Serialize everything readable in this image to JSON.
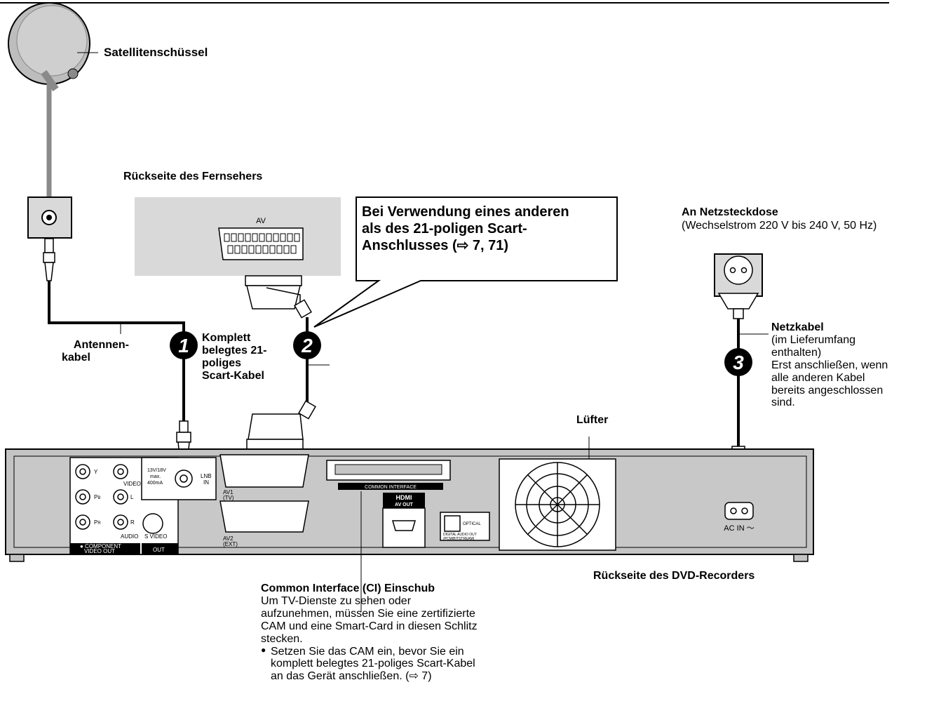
{
  "labels": {
    "satellite_dish": "Satellitenschüssel",
    "tv_back": "Rückseite des Fernsehers",
    "tv_av": "AV",
    "callout": [
      "Bei Verwendung eines anderen",
      "als des 21-poligen Scart-",
      "Anschlusses (⇨ 7, 71)"
    ],
    "mains_socket_title": "An Netzsteckdose",
    "mains_socket_note": "(Wechselstrom 220 V bis 240 V, 50 Hz)",
    "antenna_cable": [
      "Antennen-",
      "kabel"
    ],
    "scart_cable": [
      "Komplett",
      "belegtes 21-",
      "poliges",
      "Scart-Kabel"
    ],
    "power_cable_title": "Netzkabel",
    "power_cable_note": [
      "(im Lieferumfang",
      "enthalten)",
      "Erst anschließen, wenn",
      "alle anderen Kabel",
      "bereits angeschlossen",
      "sind."
    ],
    "fan": "Lüfter",
    "recorder_back": "Rückseite des DVD-Recorders",
    "ci_title": "Common Interface (CI) Einschub",
    "ci_text": [
      "Um TV-Dienste zu sehen oder",
      "aufzunehmen, müssen Sie eine zertifizierte",
      "CAM und eine Smart-Card in diesen Schlitz",
      "stecken."
    ],
    "ci_bullet": [
      "Setzen Sie das CAM ein, bevor Sie ein",
      "komplett belegtes 21-poliges Scart-Kabel",
      "an das Gerät anschließen. (⇨ 7)"
    ],
    "ci_bullet_mark": "●"
  },
  "steps": [
    "1",
    "2",
    "3"
  ],
  "panel": {
    "y": "Y",
    "pb": "P",
    "pb_sub": "B",
    "pr": "P",
    "pr_sub": "R",
    "video": "VIDEO",
    "l": "L",
    "r": "R",
    "audio": "AUDIO",
    "svideo": "S VIDEO",
    "out": "OUT",
    "component_out": [
      "● COMPONENT",
      "VIDEO OUT"
    ],
    "lnb_spec": [
      "13V/18V",
      "max.",
      "400mA"
    ],
    "lnb_in": [
      "LNB",
      "IN"
    ],
    "av1": [
      "AV1",
      "(TV)"
    ],
    "av2": [
      "AV2",
      "(EXT)"
    ],
    "common_interface": "COMMON INTERFACE",
    "hdmi_logo": "HDMI",
    "av_out": "AV OUT",
    "optical": "OPTICAL",
    "digital_audio_out": [
      "DIGITAL AUDIO OUT",
      "(PCM/BITSTREAM)"
    ],
    "ac_in": "AC IN ～"
  },
  "colors": {
    "line": "#000000",
    "tv_panel": "#d9d9d9",
    "device_body": "#c4c4c4",
    "dish": "#bdbdbd",
    "cable_grey": "#8a8a8a"
  }
}
